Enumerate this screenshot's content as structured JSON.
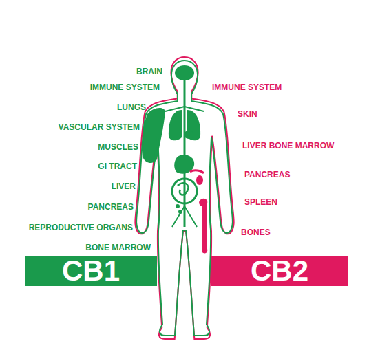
{
  "diagram": {
    "nodes": [
      {
        "text": [
          "CB1"
        ]
      },
      {
        "text": [
          "CB2"
        ]
      }
    ],
    "labels": [
      "BRAIN",
      "IMMUNE SYSTEM",
      "LUNGS",
      "VASCULAR SYSTEM",
      "MUSCLES",
      "GI TRACT",
      "LIVER",
      "PANCREAS",
      "REPRODUCTIVE ORGANS",
      "BONE MARROW",
      "IMMUNE SYSTEM",
      "SKIN",
      "LIVER BONE MARROW",
      "PANCREAS",
      "SPLEEN",
      "BONES"
    ]
  }
}
